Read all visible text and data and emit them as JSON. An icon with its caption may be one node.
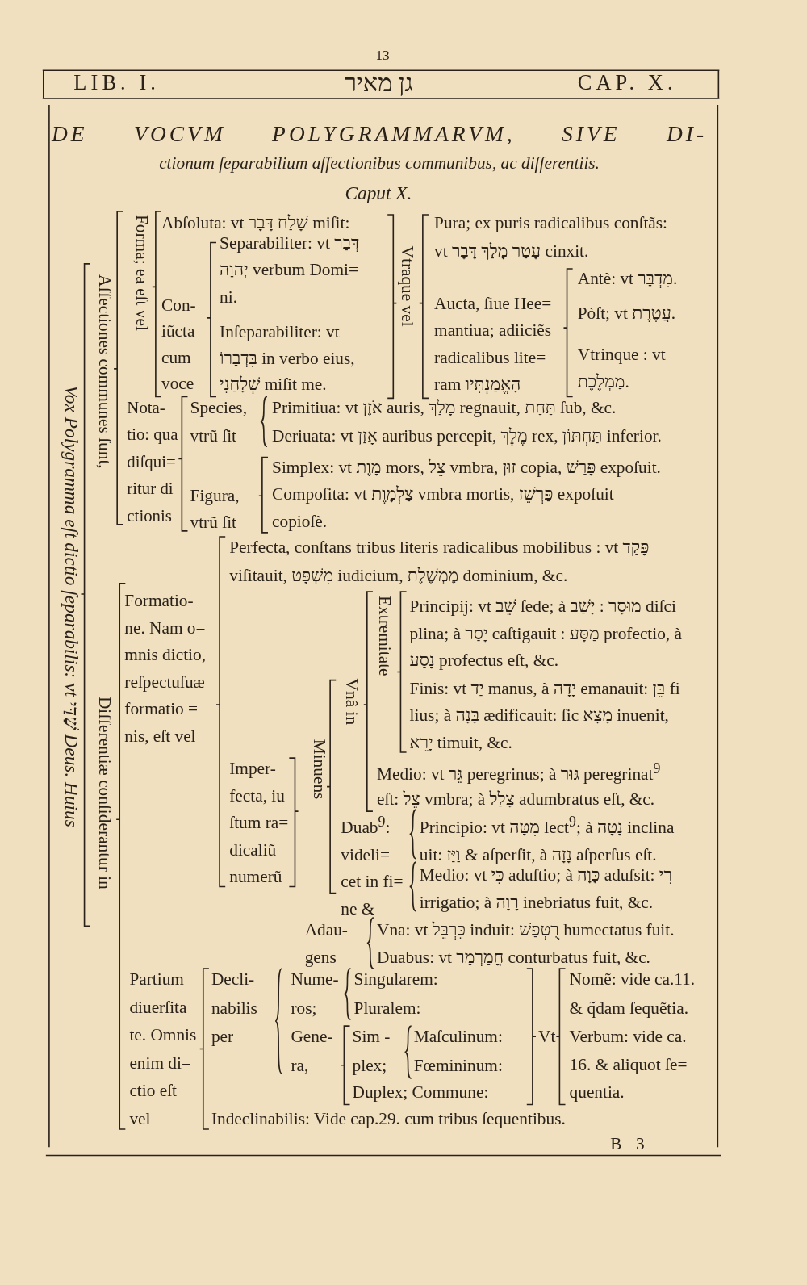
{
  "diagram": {
    "title": "DE VOCVM POLYGRAMMARVM, SIVE DI- ctionum ſeparabilium affectionibus communibus, ac differentiis.",
    "labels": [
      "13",
      "LIB. I.",
      "גן מאיר",
      "CAP. X.",
      "Caput X.",
      "Vox Polygramma eſt dictio ſeparabilis: vt שַׁדַּי Deus. Huius",
      "Affectiones communes ſunt,",
      "Forma; ea eſt vel",
      "Abſoluta: vt שָׁלַח דָּבָר miſit:",
      "Con- iũcta cum voce",
      "Separabiliter: vt דְּבַר יְהוָה verbum Domi= ni.",
      "Inſeparabiliter: vt בִּדְבָרוֹ in verbo eius, שְׁלָחַנִי miſit me.",
      "Vtraque vel",
      "Pura; ex puris radicalibus conſtãs: vt עָטַר מָלַךְ דָּבָר cinxit.",
      "Aucta, ſiue Hee= mantiua; adiiciẽs radicalibus lite= ram הָאֱמַנְתִּיו",
      "Antè: vt מִדְבָּר.",
      "Pòſt; vt עֲטֶרֶת.",
      "Vtrinque : vt מַמְלֶכֶת.",
      "Nota- tio: qua diſqui= ritur di ctionis",
      "Species, vtrũ ſit",
      "Primitiua: vt אֹזֶן auris, מָלַךְ regnauit, תַּחַת ſub, &c.",
      "Deriuata: vt אָזַן auribus percepit, מֶלֶךְ rex, תַּחְתּוֹן inferior.",
      "Figura, vtrũ ſit",
      "Simplex: vt מָוֶת mors, צֵל vmbra, זוּן copia, פָּרַשׁ expoſuit.",
      "Compoſita: vt צַלְמָוֶת vmbra mortis, פַּרְשֵׁז expoſuit copioſè.",
      "Differentiæ conſiderantur in",
      "Formatio- ne. Nam o= mnis dictio, reſpectuſuæ formatio = nis, eſt vel",
      "Perfecta, conſtans tribus literis radicalibus mobilibus : vt פָּקַד viſitauit, מִשְׁפָּט iudicium, מֶמְשֶׁלֶת dominium, &c.",
      "Imper- fecta, iu ſtum ra= dicaliũ numerũ",
      "Minuens",
      "Vnâ in",
      "Extremitate",
      "Principij: vt שֵׁב ſede; à מוּסָר : יָשַׁב diſci plina; à יָסַר caſtigauit : מַסָּע profectio, à נָסַע profectus eſt, &c.",
      "Finis: vt יַד manus, à יָדָה emanauit: בֵּן fi lius; à בָּנָה ædificauit: ſic מָצָא inuenit, יָרֵא timuit, &c.",
      "Medio: vt גֵּר peregrinus; à גּוּר peregrinat$^{9}$ eſt: צֵל vmbra; à צָלַל adumbratus eſt, &c.",
      "Duab$^{9}$: videli= cet in fi= ne &",
      "Principio: vt מִטָּה lect$^{9}$; à נָטָה inclina uit: וַיַּז & aſperſit, à נָזָה aſperſus eſt.",
      "Medio: vt כִּי aduſtio; à כָּוָה aduſsit: רִי irrigatio; à רָוָה inebriatus fuit, &c.",
      "Adau- gens",
      "Vna: vt כִּרְבֵּל induit: רֻטְפַשׁ humectatus fuit.",
      "Duabus: vt חֳמַרְמַר conturbatus fuit, &c.",
      "Partium diuerſita te. Omnis enim di= ctio eſt vel",
      "Decli- nabilis per",
      "Nume- ros;",
      "Singularem:",
      "Pluralem:",
      "Gene- ra,",
      "Sim - plex;",
      "Maſculinum:",
      "Fœmininum:",
      "Duplex; Commune:",
      "Vt",
      "Nomẽ: vide ca.11. & q̃dam ſequẽtia.",
      "Verbum: vide ca. 16. & aliquot ſe= quentia.",
      "Indeclinabilis: Vide cap.29. cum tribus ſequentibus.",
      "B 3"
    ]
  }
}
